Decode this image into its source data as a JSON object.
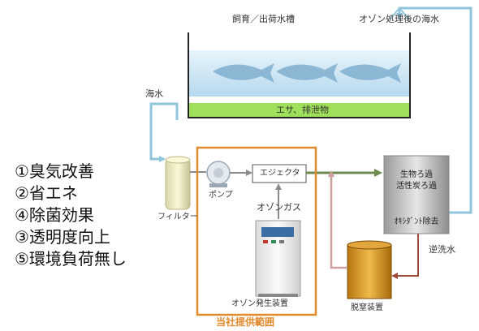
{
  "tank": {
    "title": "飼育／出荷水槽",
    "sediment": "エサ、排泄物"
  },
  "labels": {
    "ozone_treated_seawater": "オゾン処理後の海水",
    "seawater": "海水",
    "filter": "フィルター",
    "pump": "ポンプ",
    "ejector": "エジェクタ",
    "ozone_gas": "オゾンガス",
    "ozone_generator": "オゾン発生装置",
    "bio_filter_line1": "生物ろ過",
    "bio_filter_line2": "活性炭ろ過",
    "oxidant_removal": "ｵｷｼﾀﾞﾝﾄ除去",
    "backwash": "逆洗水",
    "deaerator": "脱窒装置",
    "scope": "当社提供範囲"
  },
  "benefits": [
    "①臭気改善",
    "②省エネ",
    "④除菌効果",
    "③透明度向上",
    "⑤環境負荷無し"
  ]
}
